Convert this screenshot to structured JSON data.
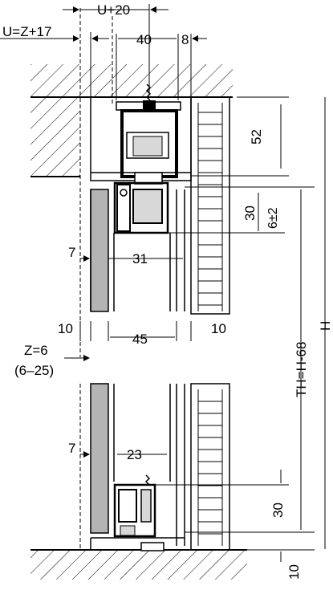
{
  "labels": {
    "u_plus_20": "U+20",
    "u_eq_z17": "U=Z+17",
    "w40": "40",
    "w8": "8",
    "h52": "52",
    "h30_top": "30",
    "tol6": "6±2",
    "w7_top": "7",
    "w31": "31",
    "w10_left": "10",
    "w45": "45",
    "w10_right": "10",
    "z6": "Z=6",
    "z_range": "(6–25)",
    "w7_bottom": "7",
    "w23": "23",
    "h30_bottom": "30",
    "h10_bottom": "10",
    "th": "TH=H-68",
    "h": "H"
  },
  "colors": {
    "line": "#000000",
    "glass_gray": "#b4b4b4",
    "panel_gray": "#d8d8d8"
  }
}
